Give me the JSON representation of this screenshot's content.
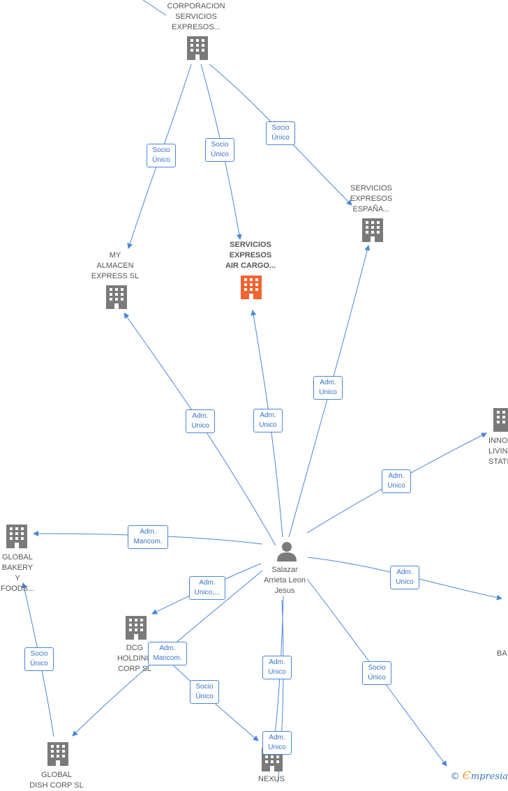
{
  "colors": {
    "edge": "#4a86d8",
    "building": "#7a7a7a",
    "focus_building": "#f26530",
    "person": "#7a7a7a"
  },
  "nodes": {
    "corporacion": "CORPORACION\nSERVICIOS\nEXPRESOS...",
    "my_almacen": "MY\nALMACEN\nEXPRESS  SL",
    "air_cargo": "SERVICIOS\nEXPRESOS\nAIR CARGO...",
    "espana": "SERVICIOS\nEXPRESOS\nESPAÑA...",
    "inno": "INNO\nLIVIN\nSTATE",
    "global_bakery": "GLOBAL\nBAKERY Y\nFOODS...",
    "person": "Salazar\nArrieta Leon\nJesus",
    "dcg": "DCG\nHOLDING\nCORP  SL",
    "global_dish": "GLOBAL\nDISH CORP  SL",
    "nexus": "NEXUS",
    "ba": "BA"
  },
  "edge_labels": {
    "socio_unico": "Socio\nÚnico",
    "adm_unico": "Adm.\nUnico",
    "adm_mancom": "Adm.\nMancom.",
    "adm_unico_etc": "Adm.\nUnico,..."
  },
  "brand": {
    "copyright": "©",
    "initial": "Є",
    "name": "mpresia"
  }
}
